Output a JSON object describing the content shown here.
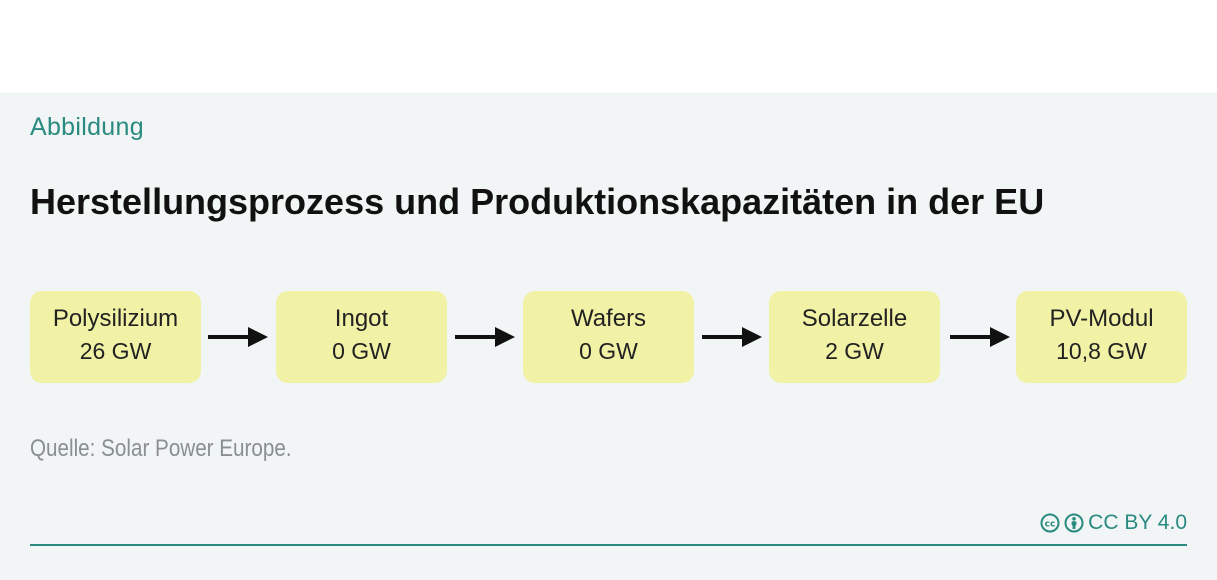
{
  "figure": {
    "kicker": "Abbildung",
    "title": "Herstellungsprozess und Produktionskapazitäten in der EU",
    "steps": [
      {
        "label": "Polysilizium",
        "value": "26 GW"
      },
      {
        "label": "Ingot",
        "value": "0 GW"
      },
      {
        "label": "Wafers",
        "value": "0 GW"
      },
      {
        "label": "Solarzelle",
        "value": "2 GW"
      },
      {
        "label": "PV-Modul",
        "value": "10,8 GW"
      }
    ],
    "source": "Quelle: Solar Power Europe.",
    "license": "CC BY 4.0",
    "license_icons": [
      "cc-icon",
      "by-attribution-icon"
    ]
  },
  "colors": {
    "accent": "#2a8a80",
    "box": "#f1f2a5",
    "background": "#f1f5f5",
    "text": "#111111",
    "muted": "#8a8f93"
  }
}
